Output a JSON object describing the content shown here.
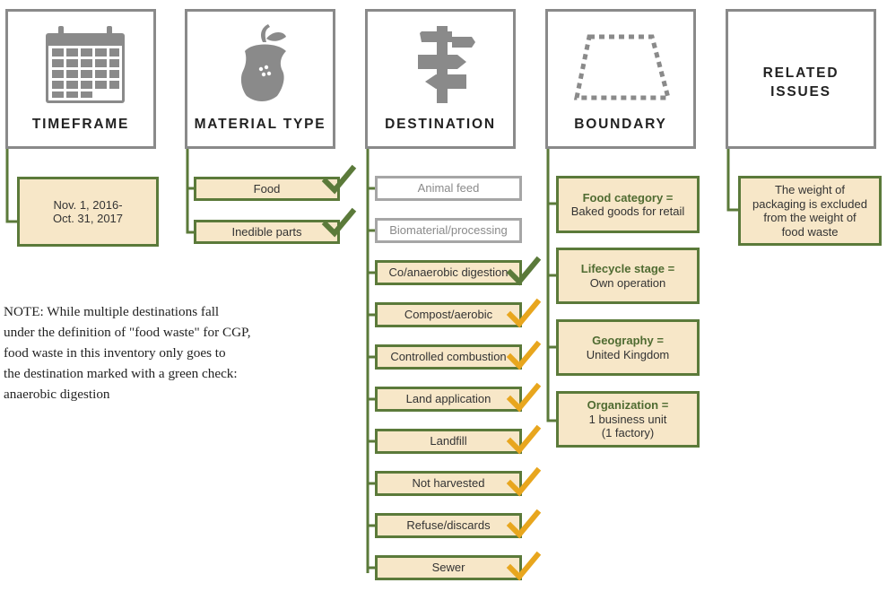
{
  "headers": {
    "timeframe": "TIMEFRAME",
    "material_type": "MATERIAL TYPE",
    "destination": "DESTINATION",
    "boundary": "BOUNDARY",
    "related_issues_line1": "RELATED",
    "related_issues_line2": "ISSUES"
  },
  "icons": {
    "timeframe": "calendar-icon",
    "material_type": "apple-core-icon",
    "destination": "signpost-icon",
    "boundary": "dotted-boundary-icon"
  },
  "timeframe": {
    "line1": "Nov. 1, 2016-",
    "line2": "Oct. 31, 2017"
  },
  "material_types": [
    {
      "label": "Food",
      "check": "green"
    },
    {
      "label": "Inedible parts",
      "check": "green"
    }
  ],
  "destinations": [
    {
      "label": "Animal feed",
      "style": "grey",
      "check": "none"
    },
    {
      "label": "Biomaterial/processing",
      "style": "grey",
      "check": "none"
    },
    {
      "label": "Co/anaerobic digestion",
      "style": "tan",
      "check": "green"
    },
    {
      "label": "Compost/aerobic",
      "style": "tan",
      "check": "yellow"
    },
    {
      "label": "Controlled combustion",
      "style": "tan",
      "check": "yellow"
    },
    {
      "label": "Land application",
      "style": "tan",
      "check": "yellow"
    },
    {
      "label": "Landfill",
      "style": "tan",
      "check": "yellow"
    },
    {
      "label": "Not harvested",
      "style": "tan",
      "check": "yellow"
    },
    {
      "label": "Refuse/discards",
      "style": "tan",
      "check": "yellow"
    },
    {
      "label": "Sewer",
      "style": "tan",
      "check": "yellow"
    }
  ],
  "boundary": [
    {
      "head": "Food category =",
      "line1": "Baked goods for retail",
      "line2": ""
    },
    {
      "head": "Lifecycle stage =",
      "line1": "Own operation",
      "line2": ""
    },
    {
      "head": "Geography =",
      "line1": "United Kingdom",
      "line2": ""
    },
    {
      "head": "Organization =",
      "line1": "1 business unit",
      "line2": "(1 factory)"
    }
  ],
  "related_issues": {
    "line1": "The weight of",
    "line2": "packaging is excluded",
    "line3": "from the weight of",
    "line4": "food waste"
  },
  "note": {
    "line1": "NOTE: While multiple destinations fall",
    "line2": "under the definition of \"food waste\" for CGP,",
    "line3": "food waste in this inventory only goes to",
    "line4": "the destination marked with a green check:",
    "line5": "anaerobic digestion"
  },
  "colors": {
    "green_border": "#5b7a3a",
    "green_check": "#5b7a3a",
    "yellow_check": "#e8a61e",
    "tan_fill": "#f7e7c8",
    "grey_border": "#a6a6a6",
    "icon_grey": "#8a8a8a"
  }
}
